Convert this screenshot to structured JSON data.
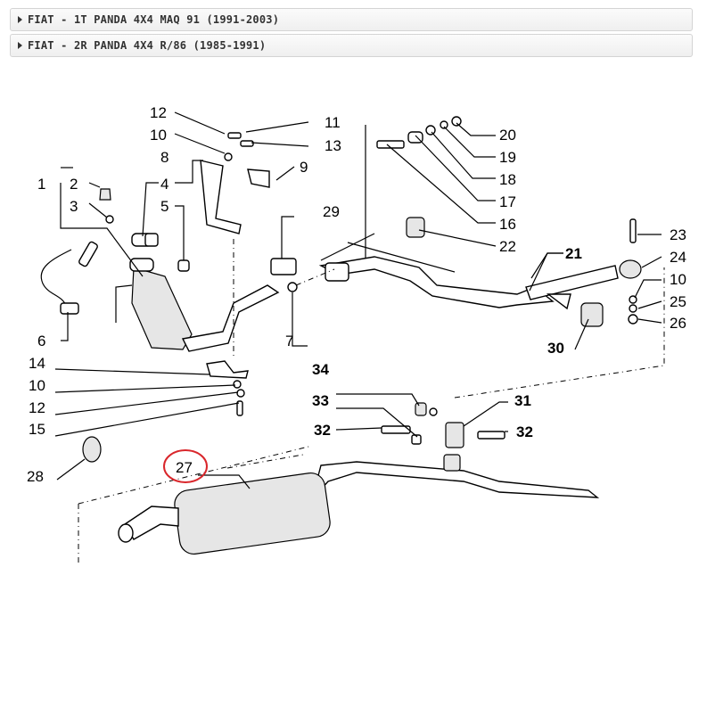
{
  "accordion": [
    {
      "label": "FIAT - 1T PANDA 4X4 MAQ 91 (1991-2003)"
    },
    {
      "label": "FIAT - 2R PANDA 4X4 R/86 (1985-1991)"
    }
  ],
  "labels": {
    "p1": "1",
    "p2": "2",
    "p3": "3",
    "p4": "4",
    "p5": "5",
    "p6": "6",
    "p7": "7",
    "p8": "8",
    "p9": "9",
    "p10a": "10",
    "p10b": "10",
    "p10c": "10",
    "p11": "11",
    "p12a": "12",
    "p12b": "12",
    "p13": "13",
    "p14": "14",
    "p15": "15",
    "p16": "16",
    "p17": "17",
    "p18": "18",
    "p19": "19",
    "p20": "20",
    "p21": "21",
    "p22": "22",
    "p23": "23",
    "p24": "24",
    "p25": "25",
    "p26": "26",
    "p27": "27",
    "p28": "28",
    "p29": "29",
    "p30": "30",
    "p31": "31",
    "p32a": "32",
    "p32b": "32",
    "p33": "33",
    "p34": "34"
  },
  "highlight_color": "#d9262b"
}
